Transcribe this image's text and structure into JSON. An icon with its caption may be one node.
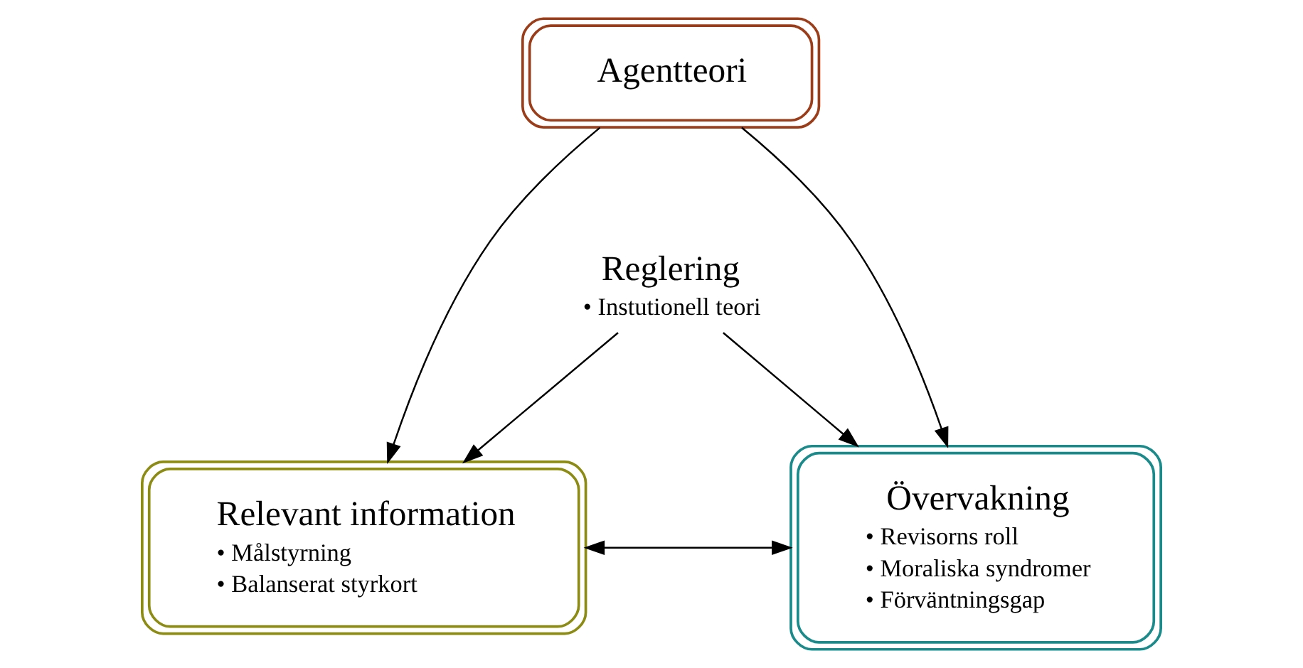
{
  "diagram": {
    "nodes": [
      {
        "text": [
          "Agentteori"
        ]
      },
      {
        "text": [
          "Relevant information",
          "• Målstyrning",
          "• Balanserat styrkort"
        ]
      },
      {
        "text": [
          "Övervakning",
          "• Revisorns roll",
          "• Moraliska syndromer",
          "• Förväntningsgap"
        ]
      },
      {
        "text": [
          "Reglering",
          "• Instutionell teori"
        ]
      }
    ],
    "edges": [
      {
        "from": 0,
        "to": 1,
        "arrow": "to"
      },
      {
        "from": 0,
        "to": 2,
        "arrow": "to"
      },
      {
        "from": 3,
        "to": 1,
        "arrow": "to"
      },
      {
        "from": 3,
        "to": 2,
        "arrow": "to"
      },
      {
        "from": 1,
        "to": 2,
        "arrow": "both"
      }
    ]
  }
}
